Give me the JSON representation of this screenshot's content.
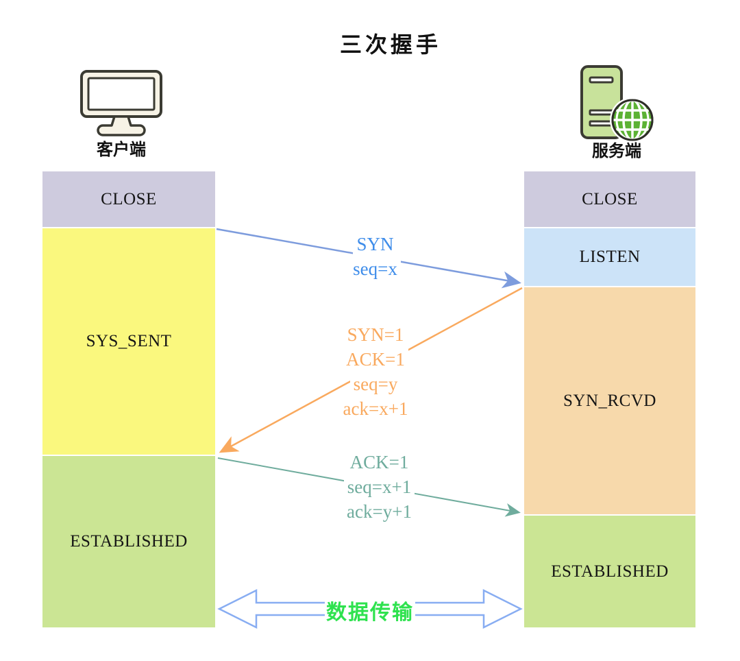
{
  "title": "三次握手",
  "client": {
    "label": "客户端"
  },
  "server": {
    "label": "服务端"
  },
  "client_states": [
    {
      "label": "CLOSE",
      "color": "#cecbde"
    },
    {
      "label": "SYS_SENT",
      "color": "#faf87e"
    },
    {
      "label": "ESTABLISHED",
      "color": "#cbe594"
    }
  ],
  "server_states": [
    {
      "label": "CLOSE",
      "color": "#cecbde"
    },
    {
      "label": "LISTEN",
      "color": "#cce3f8"
    },
    {
      "label": "SYN_RCVD",
      "color": "#f7d9ab"
    },
    {
      "label": "ESTABLISHED",
      "color": "#cbe594"
    }
  ],
  "messages": [
    {
      "name": "syn",
      "direction": "client-to-server",
      "color": "#3f8dea",
      "lines": [
        "SYN",
        "seq=x"
      ]
    },
    {
      "name": "syn-ack",
      "direction": "server-to-client",
      "color": "#f9a95e",
      "lines": [
        "SYN=1",
        "ACK=1",
        "seq=y",
        "ack=x+1"
      ]
    },
    {
      "name": "ack",
      "direction": "client-to-server",
      "color": "#6fac9d",
      "lines": [
        "ACK=1",
        "seq=x+1",
        "ack=y+1"
      ]
    }
  ],
  "data_transfer": {
    "label": "数据传输",
    "text_color": "#2ee24e",
    "outline_color": "#88adf2"
  },
  "colors": {
    "arrow_blue_line": "#7d9cdd",
    "arrow_orange_line": "#f9a95e",
    "arrow_teal_line": "#6fac9d",
    "block_text": "#151515",
    "title_text": "#111111"
  }
}
